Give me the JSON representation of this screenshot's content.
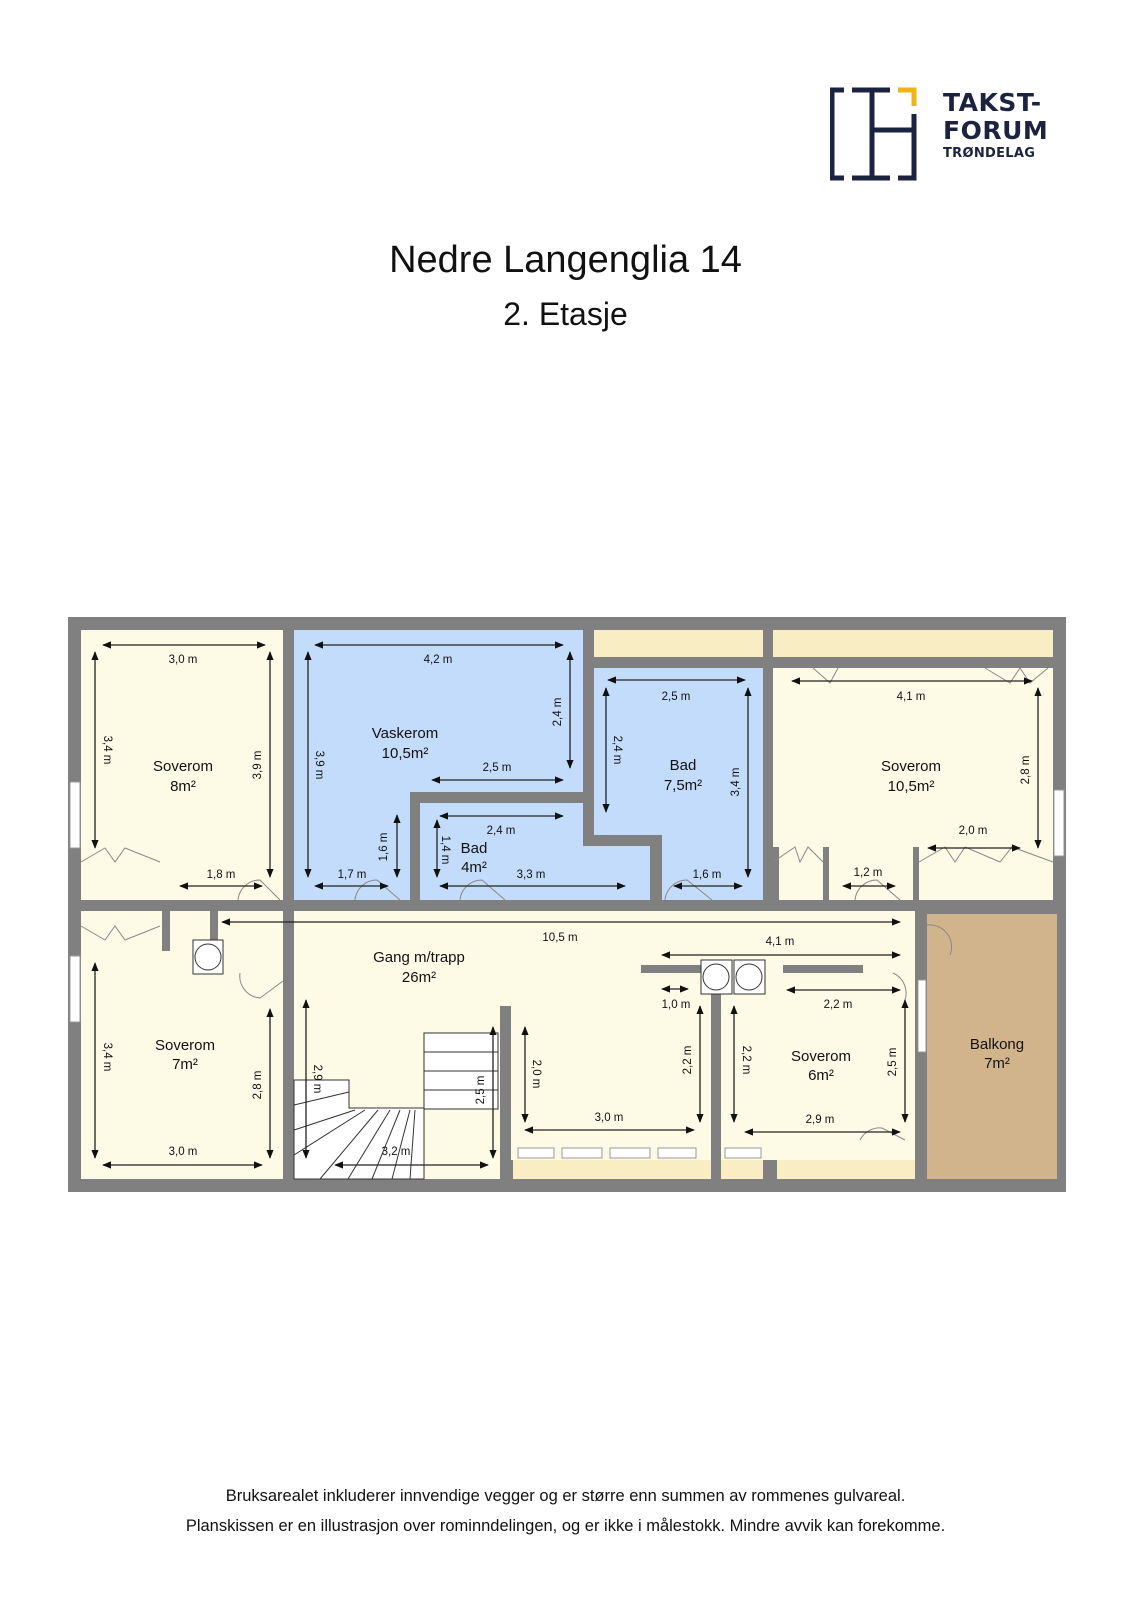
{
  "logo": {
    "line1": "TAKST-",
    "line2": "FORUM",
    "line3": "TRØNDELAG",
    "colors": {
      "navy": "#1b2340",
      "accent": "#f2b317"
    }
  },
  "header": {
    "title": "Nedre Langenglia 14",
    "subtitle": "2. Etasje"
  },
  "colors": {
    "wall": "#808080",
    "dry_room": "#fdfae6",
    "wet_room": "#c3dcfb",
    "balcony": "#d2b48c",
    "storage_strip": "#f8edc3"
  },
  "rooms": [
    {
      "id": "soverom-1",
      "name": "Soverom",
      "area": "8m²",
      "type": "dry"
    },
    {
      "id": "vaskerom",
      "name": "Vaskerom",
      "area": "10,5m²",
      "type": "wet"
    },
    {
      "id": "bad-small",
      "name": "Bad",
      "area": "4m²",
      "type": "wet"
    },
    {
      "id": "bad-large",
      "name": "Bad",
      "area": "7,5m²",
      "type": "wet"
    },
    {
      "id": "soverom-2",
      "name": "Soverom",
      "area": "10,5m²",
      "type": "dry"
    },
    {
      "id": "gang",
      "name": "Gang m/trapp",
      "area": "26m²",
      "type": "dry"
    },
    {
      "id": "soverom-3",
      "name": "Soverom",
      "area": "7m²",
      "type": "dry"
    },
    {
      "id": "soverom-4",
      "name": "Soverom",
      "area": "6m²",
      "type": "dry"
    },
    {
      "id": "balkong",
      "name": "Balkong",
      "area": "7m²",
      "type": "balcony"
    }
  ],
  "dims": {
    "s1_w": "3,0 m",
    "s1_h_left": "3,4 m",
    "s1_h_right": "3,9 m",
    "s1_door": "1,8 m",
    "v_w": "4,2 m",
    "v_h": "3,9 m",
    "v_h_right": "2,4 m",
    "v_inner": "2,5 m",
    "v_door": "1,7 m",
    "v_small": "1,6 m",
    "b4_w": "2,4 m",
    "b4_h": "1,4 m",
    "b4_bottom": "3,3 m",
    "b7_w": "2,5 m",
    "b7_h_left": "2,4 m",
    "b7_h_right": "3,4 m",
    "b7_door": "1,6 m",
    "s2_w": "4,1 m",
    "s2_h": "2,8 m",
    "s2_closet": "2,0 m",
    "s2_door": "1,2 m",
    "g_len": "10,5 m",
    "g_right": "4,1 m",
    "g_wm": "1,0 m",
    "g_stair_h": "2,9 m",
    "g_stair_w": "3,2 m",
    "g_stair_r": "2,5 m",
    "g_lower_h_left": "2,0 m",
    "g_lower_h_right": "2,2 m",
    "g_lower_w": "3,0 m",
    "s3_h_left": "3,4 m",
    "s3_h_right": "2,8 m",
    "s3_w": "3,0 m",
    "s4_top": "2,2 m",
    "s4_h_left": "2,2 m",
    "s4_h_right": "2,5 m",
    "s4_w": "2,9 m"
  },
  "footer": {
    "line1": "Bruksarealet inkluderer innvendige vegger og er større enn summen av rommenes gulvareal.",
    "line2": "Planskissen er en illustrasjon over rominndelingen, og er ikke i målestokk. Mindre avvik kan forekomme."
  }
}
